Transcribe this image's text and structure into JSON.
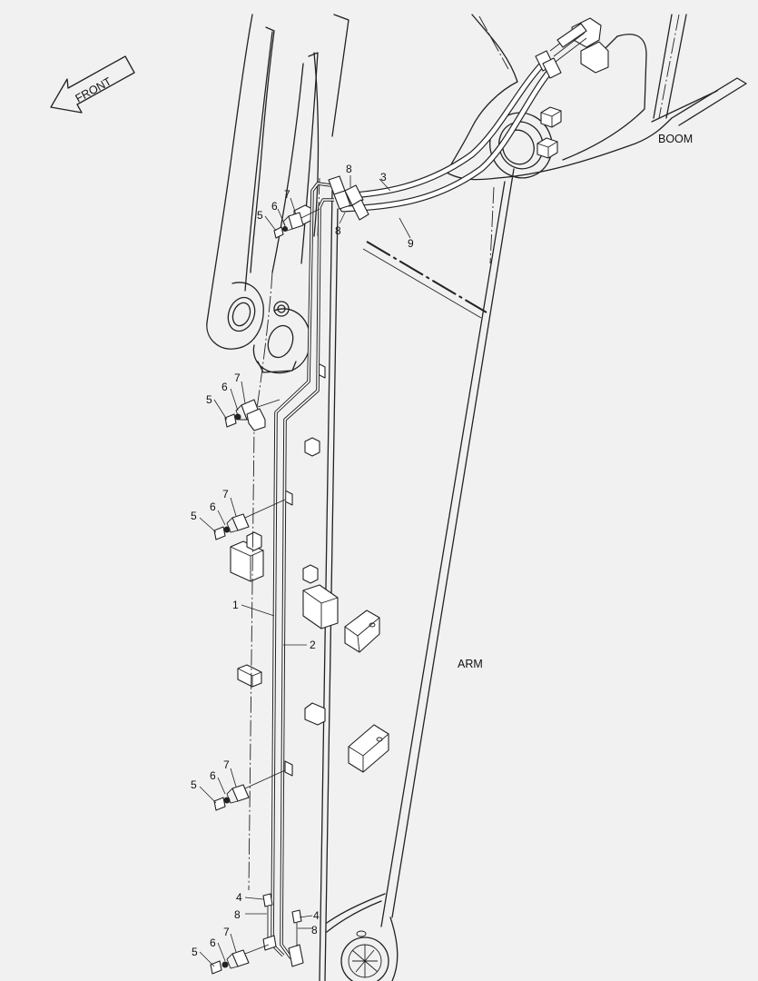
{
  "labels": {
    "front": "FRONT",
    "boom": "BOOM",
    "arm": "ARM"
  },
  "callouts": {
    "c1": "1",
    "c2": "2",
    "c3": "3",
    "c4": "4",
    "c5": "5",
    "c6": "6",
    "c7": "7",
    "c8": "8",
    "c9": "9"
  }
}
